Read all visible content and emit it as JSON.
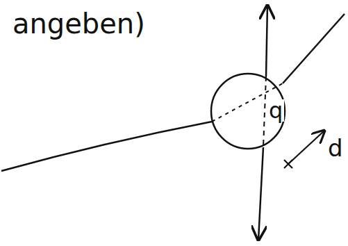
{
  "diagram": {
    "nodes": [
      {
        "text": [
          "q"
        ]
      }
    ],
    "labels": [
      "angeben)",
      "d"
    ]
  }
}
